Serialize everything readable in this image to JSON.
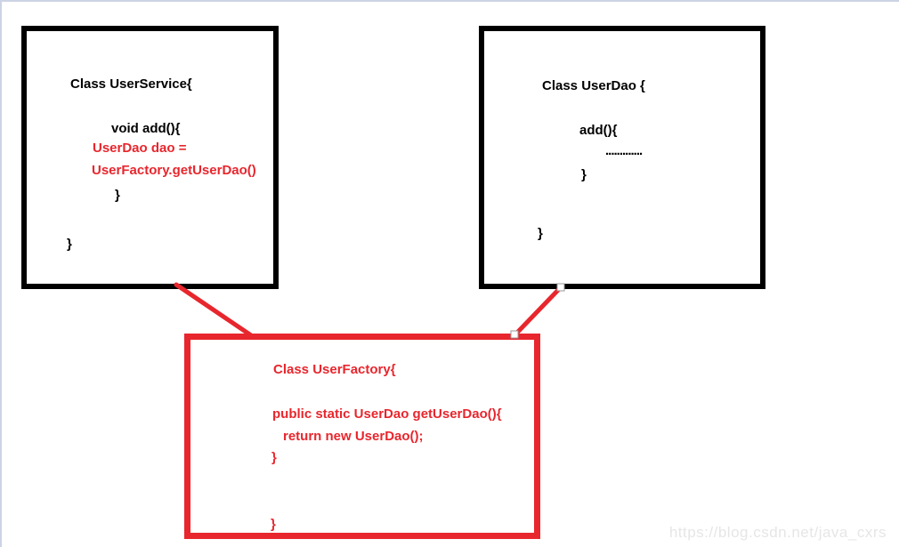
{
  "page": {
    "watermark": "https://blog.csdn.net/java_cxrs"
  },
  "boxes": {
    "user_service": {
      "title": "Class UserService{",
      "method_signature": "void add(){",
      "body_line1": "UserDao dao =",
      "body_line2": "UserFactory.getUserDao()",
      "method_close": "}",
      "class_close": "}"
    },
    "user_dao": {
      "title": "Class UserDao {",
      "method_signature": "add(){",
      "body_dots": ".............",
      "method_close": "}",
      "class_close": "}"
    },
    "user_factory": {
      "title": "Class UserFactory{",
      "method_signature": "public static UserDao getUserDao(){",
      "body_line": "return new UserDao();",
      "method_close": "}",
      "class_close": "}"
    }
  },
  "colors": {
    "accent_red": "#e8262d",
    "box_border_black": "#000000",
    "page_frame": "#ccd3e4",
    "watermark_gray": "#e6e6e6"
  }
}
